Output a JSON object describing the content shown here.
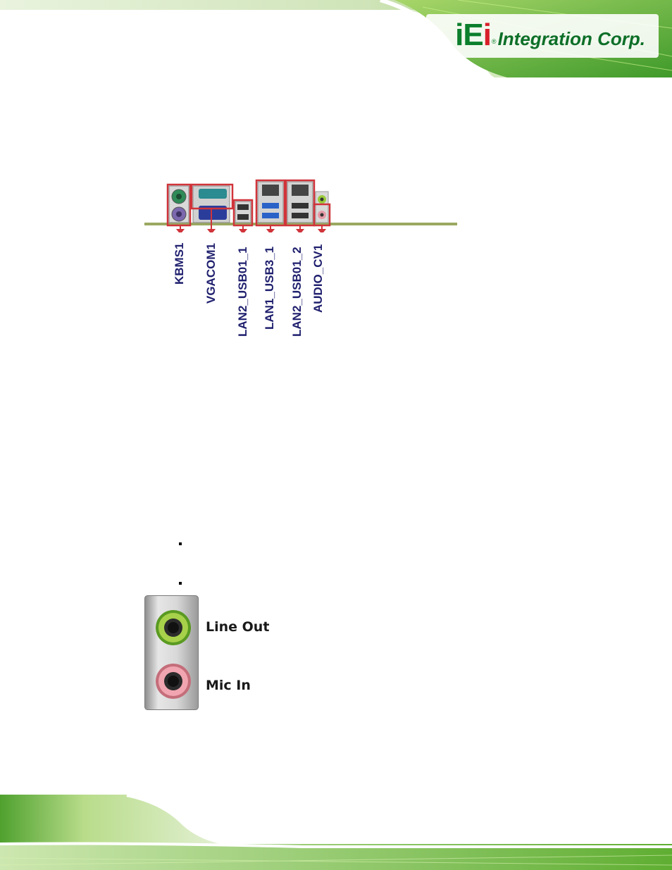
{
  "header": {
    "logo": {
      "mark_prefix": "iE",
      "mark_red": "i",
      "registered": "®",
      "text": "Integration Corp."
    }
  },
  "connectors": {
    "labels": [
      "KBMS1",
      "VGACOM1",
      "LAN2_USB01_1",
      "LAN1_USB3_1",
      "LAN2_USB01_2",
      "AUDIO_CV1"
    ]
  },
  "audio_panel": {
    "line_out": "Line Out",
    "mic_in": "Mic In"
  },
  "colors": {
    "brand_green": "#0c7f2c",
    "accent_red": "#d8202a",
    "label_navy": "#1f1f6e",
    "highlight_box": "#d0343a",
    "board_line": "#9aa860"
  }
}
